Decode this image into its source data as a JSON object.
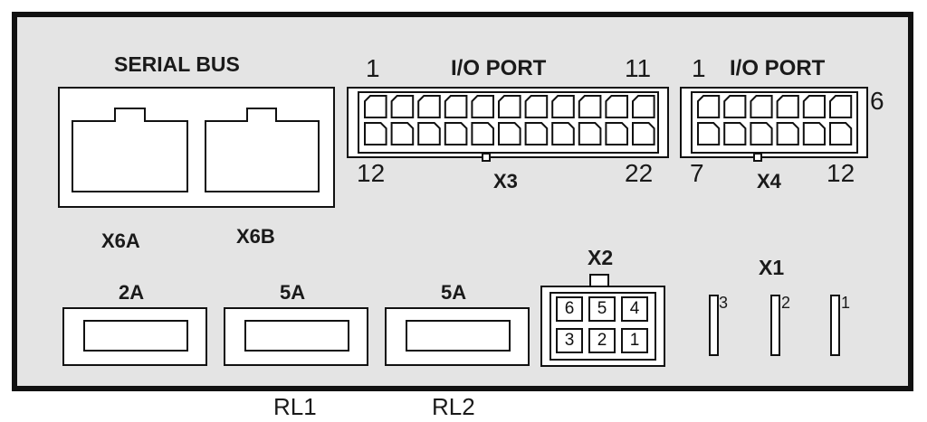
{
  "serial_bus": {
    "title": "SERIAL BUS",
    "left_label": "X6A",
    "right_label": "X6B"
  },
  "io_port_x3": {
    "title": "I/O PORT",
    "label": "X3",
    "pin_top_left": "1",
    "pin_top_right": "11",
    "pin_bottom_left": "12",
    "pin_bottom_right": "22"
  },
  "io_port_x4": {
    "title": "I/O PORT",
    "label": "X4",
    "pin_top_left": "1",
    "pin_top_right": "6",
    "pin_bottom_left": "7",
    "pin_bottom_right": "12"
  },
  "fuses": [
    {
      "rating": "2A"
    },
    {
      "rating": "5A"
    },
    {
      "rating": "5A"
    }
  ],
  "relays": [
    {
      "label": "RL1"
    },
    {
      "label": "RL2"
    }
  ],
  "connector_x2": {
    "label": "X2",
    "pins_top": [
      "6",
      "5",
      "4"
    ],
    "pins_bottom": [
      "3",
      "2",
      "1"
    ]
  },
  "connector_x1": {
    "label": "X1",
    "pins": [
      "3",
      "2",
      "1"
    ]
  },
  "colors": {
    "outline": "#111111",
    "panel_fill": "#e4e4e4",
    "component_fill": "#ffffff"
  }
}
